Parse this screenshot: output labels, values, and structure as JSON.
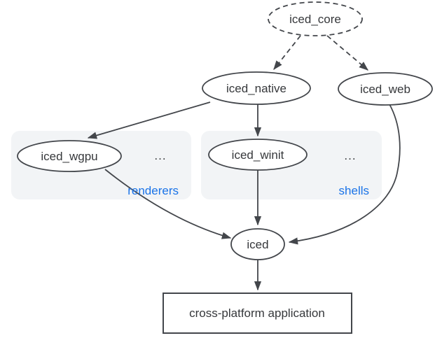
{
  "colors": {
    "background": "#ffffff",
    "ink": "#43464b",
    "text": "#36383b",
    "accent_blue": "#1a73e8",
    "group_fill": "#f2f4f6"
  },
  "nodes": {
    "iced_core": "iced_core",
    "iced_native": "iced_native",
    "iced_web": "iced_web",
    "iced_wgpu": "iced_wgpu",
    "iced_winit": "iced_winit",
    "iced": "iced",
    "application": "cross-platform application"
  },
  "groups": {
    "renderers": {
      "label": "renderers",
      "more": "..."
    },
    "shells": {
      "label": "shells",
      "more": "..."
    }
  }
}
